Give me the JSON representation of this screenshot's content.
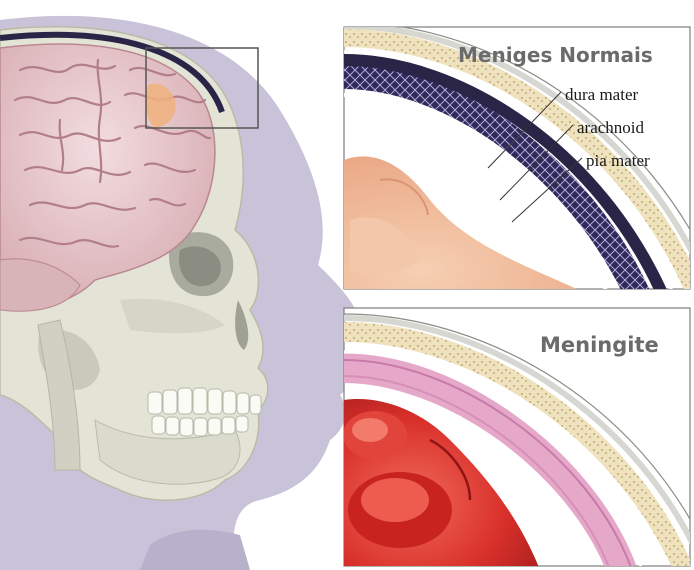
{
  "normal_panel": {
    "title": "Meniges Normais",
    "labels": [
      "dura mater",
      "arachnoid",
      "pia mater"
    ]
  },
  "meningitis_panel": {
    "title": "Meningite"
  },
  "colors": {
    "skin": "#c9c3d9",
    "bone": "#e3e4d6",
    "brain": "#e8c9cc",
    "dura": "#2a2547",
    "inflamed": "#d83a2e",
    "pink_layers": "#e6a8c8"
  }
}
